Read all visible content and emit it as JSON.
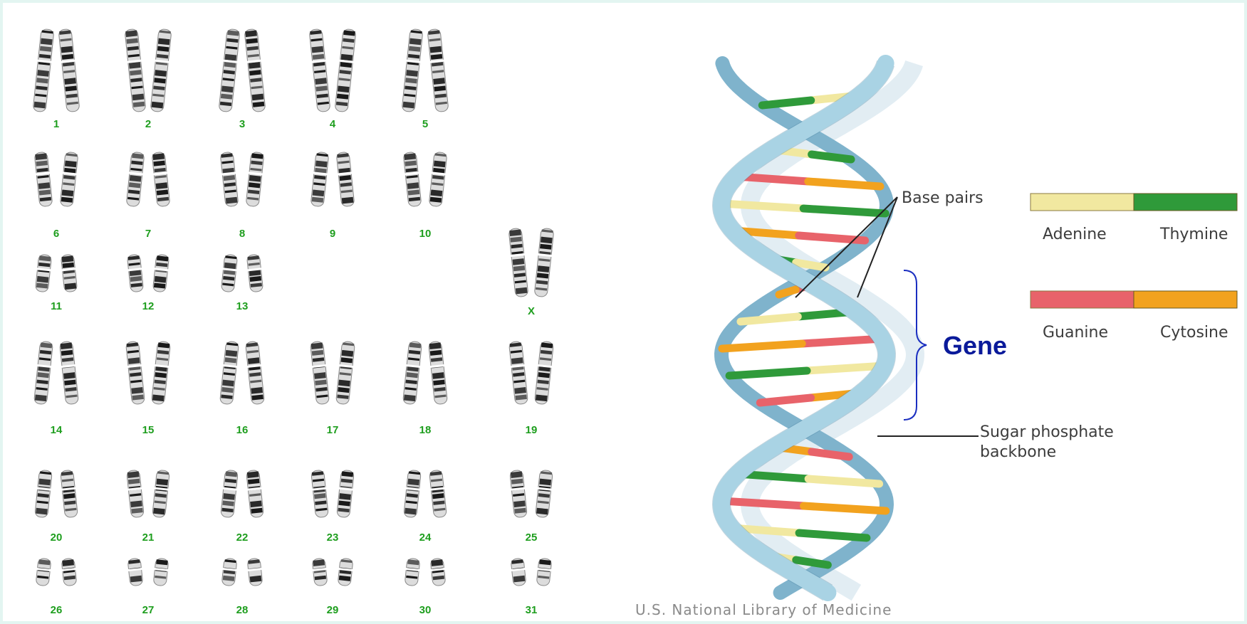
{
  "karyotype": {
    "labels": [
      "1",
      "2",
      "3",
      "4",
      "5",
      "6",
      "7",
      "8",
      "9",
      "10",
      "11",
      "12",
      "13",
      "X",
      "14",
      "15",
      "16",
      "17",
      "18",
      "19",
      "20",
      "21",
      "22",
      "23",
      "24",
      "25",
      "26",
      "27",
      "28",
      "29",
      "30",
      "31"
    ],
    "label_color": "#1e9e1e"
  },
  "dna": {
    "base_pairs_label": "Base pairs",
    "gene_label": "Gene",
    "backbone_label": [
      "Sugar phosphate",
      "backbone"
    ],
    "legend": [
      {
        "left": "Adenine",
        "right": "Thymine",
        "left_color": "#f1e8a0",
        "right_color": "#2f9a3a"
      },
      {
        "left": "Guanine",
        "right": "Cytosine",
        "left_color": "#e8636a",
        "right_color": "#f2a21e"
      }
    ],
    "credit": "U.S. National Library of Medicine",
    "backbone_color": "#a9d3e4"
  }
}
